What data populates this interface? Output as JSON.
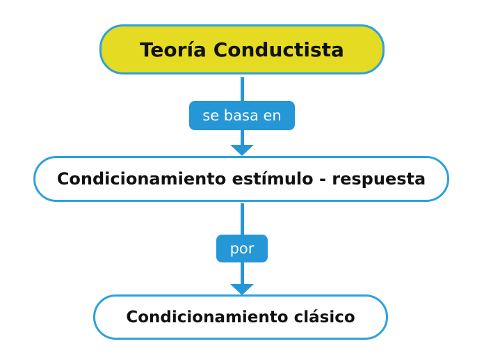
{
  "diagram": {
    "type": "concept-map",
    "nodes": [
      {
        "id": "teoria-conductista",
        "label": "Teoría Conductista",
        "style": "yellow-pill"
      },
      {
        "id": "condicionamiento-estimulo-respuesta",
        "label": "Condicionamiento estímulo - respuesta",
        "style": "white-pill"
      },
      {
        "id": "condicionamiento-clasico",
        "label": "Condicionamiento clásico",
        "style": "white-pill"
      }
    ],
    "connectors": [
      {
        "from": "teoria-conductista",
        "to": "condicionamiento-estimulo-respuesta",
        "label": "se basa en",
        "direction": "down"
      },
      {
        "from": "condicionamiento-estimulo-respuesta",
        "to": "condicionamiento-clasico",
        "label": "por",
        "direction": "down"
      }
    ]
  },
  "colors": {
    "accent_blue": "#2697d6",
    "border_blue": "#2ba1dd",
    "node_yellow": "#e5db22",
    "text_dark": "#111111",
    "label_text": "#ffffff",
    "background": "#ffffff"
  }
}
